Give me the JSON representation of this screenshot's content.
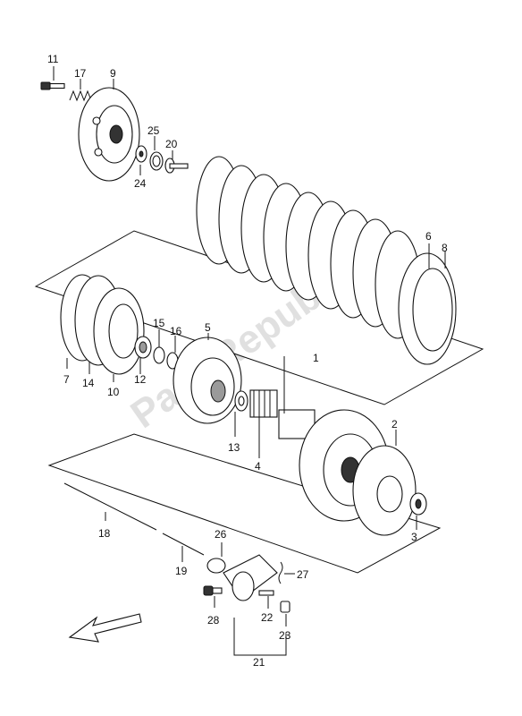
{
  "watermark": "PartsRepublik",
  "callouts": {
    "c1": "1",
    "c2": "2",
    "c3": "3",
    "c4": "4",
    "c5": "5",
    "c6": "6",
    "c7": "7",
    "c8": "8",
    "c9": "9",
    "c10": "10",
    "c11": "11",
    "c12": "12",
    "c13": "13",
    "c14": "14",
    "c15": "15",
    "c16": "16",
    "c17": "17",
    "c18": "18",
    "c19": "19",
    "c20": "20",
    "c21": "21",
    "c22": "22",
    "c23": "23",
    "c24": "24",
    "c25": "25",
    "c26": "26",
    "c27": "27",
    "c28": "28"
  },
  "icons": {
    "direction": "arrow-down-left-icon"
  }
}
